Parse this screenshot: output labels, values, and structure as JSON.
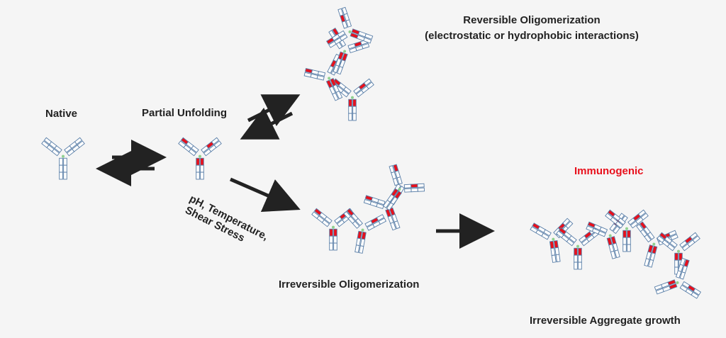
{
  "labels": {
    "native": "Native",
    "partial_unfolding": "Partial Unfolding",
    "reversible_title": "Reversible Oligomerization",
    "reversible_subtitle": "(electrostatic or hydrophobic interactions)",
    "stress_line1": "pH, Temperature,",
    "stress_line2": "Shear Stress",
    "irreversible_oligomerization": "Irreversible Oligomerization",
    "immunogenic": "Immunogenic",
    "aggregate_growth": "Irreversible Aggregate growth"
  },
  "colors": {
    "background": "#f5f5f5",
    "domain_outline": "#5a7fa8",
    "unfolded_domain": "#e8101c",
    "hinge": "#8fd18f",
    "arrow": "#222222",
    "immunogenic_text": "#e8101c"
  }
}
